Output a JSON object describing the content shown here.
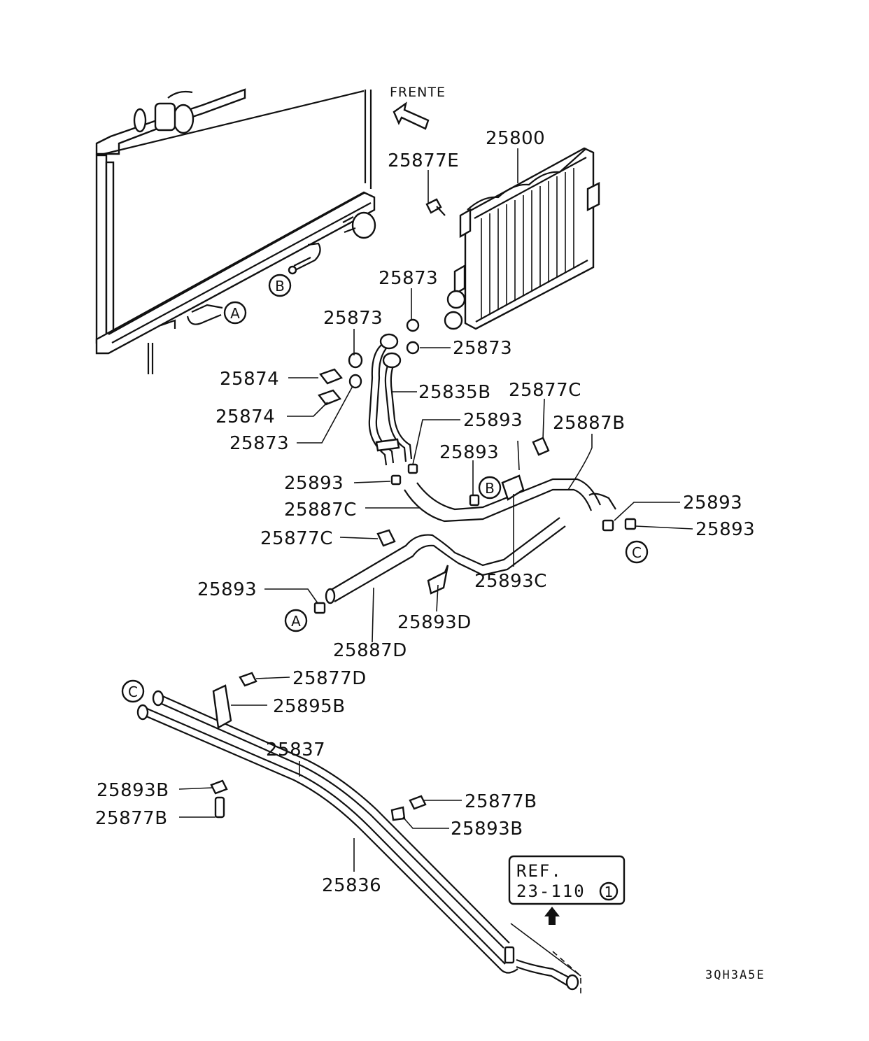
{
  "diagram": {
    "direction_label": "FRENTE",
    "drawing_code": "3QH3A5E",
    "reference": {
      "line1": "REF.",
      "line2": "23-110",
      "index": "1"
    },
    "connectors": {
      "A": "A",
      "B": "B",
      "C": "C"
    },
    "parts": {
      "p25800": "25800",
      "p25877E": "25877E",
      "p25873_a": "25873",
      "p25873_b": "25873",
      "p25873_c": "25873",
      "p25873_d": "25873",
      "p25874_a": "25874",
      "p25874_b": "25874",
      "p25835B": "25835B",
      "p25877C_a": "25877C",
      "p25893_a": "25893",
      "p25887B": "25887B",
      "p25893_b": "25893",
      "p25893_c": "25893",
      "p25887C": "25887C",
      "p25893_d": "25893",
      "p25893_e": "25893",
      "p25877C_b": "25877C",
      "p25893C": "25893C",
      "p25893_f": "25893",
      "p25893D": "25893D",
      "p25887D": "25887D",
      "p25877D": "25877D",
      "p25895B": "25895B",
      "p25837": "25837",
      "p25893B_a": "25893B",
      "p25877B_a": "25877B",
      "p25877B_b": "25877B",
      "p25893B_b": "25893B",
      "p25836": "25836"
    }
  }
}
